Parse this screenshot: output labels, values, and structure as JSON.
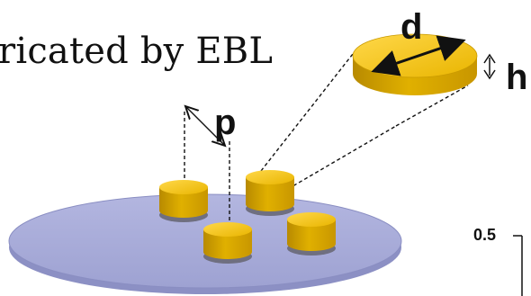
{
  "caption": "ricated by EBL",
  "labels": {
    "diameter": "d",
    "height": "h",
    "period": "p",
    "axis_tick": "0.5"
  },
  "colors": {
    "substrate": "#a7aad6",
    "substrate_edge": "#8a8ec2",
    "disk_side": "#d9a600",
    "disk_top": "#f4c41a",
    "disk_shadow": "#7a7a8a"
  }
}
